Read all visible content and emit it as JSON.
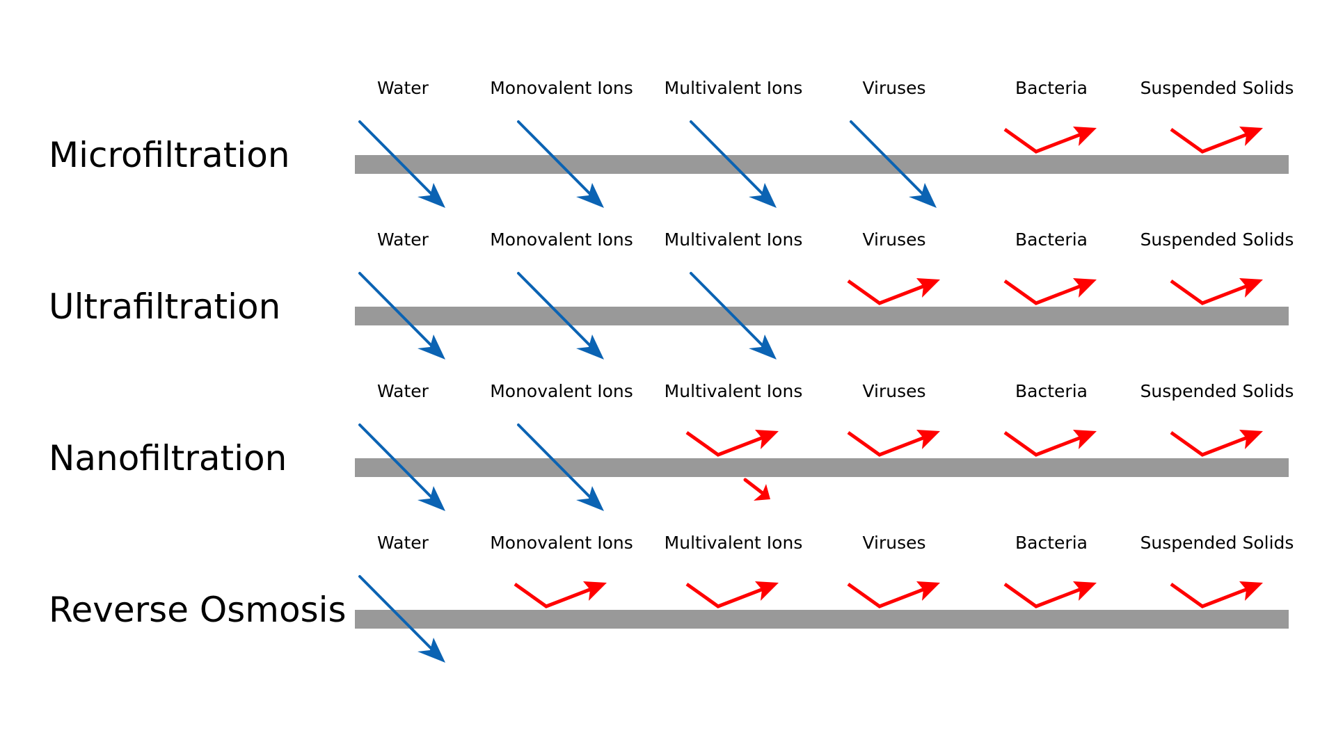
{
  "colors": {
    "pass": "#0B63B3",
    "reject": "#FF0000",
    "membrane": "#999999",
    "text": "#000000"
  },
  "contaminants": [
    "Water",
    "Monovalent Ions",
    "Multivalent Ions",
    "Viruses",
    "Bacteria",
    "Suspended Solids"
  ],
  "processes": [
    {
      "name": "Microfiltration",
      "outcomes": [
        "pass",
        "pass",
        "pass",
        "pass",
        "reject",
        "reject"
      ]
    },
    {
      "name": "Ultrafiltration",
      "outcomes": [
        "pass",
        "pass",
        "pass",
        "reject",
        "reject",
        "reject"
      ]
    },
    {
      "name": "Nanofiltration",
      "outcomes": [
        "pass",
        "pass",
        "partial",
        "reject",
        "reject",
        "reject"
      ]
    },
    {
      "name": "Reverse Osmosis",
      "outcomes": [
        "pass",
        "reject",
        "reject",
        "reject",
        "reject",
        "reject"
      ]
    }
  ],
  "icons": {
    "pass": "arrow-through-membrane-icon",
    "reject": "arrow-reflected-icon",
    "partial": "arrow-partially-reflected-icon"
  }
}
